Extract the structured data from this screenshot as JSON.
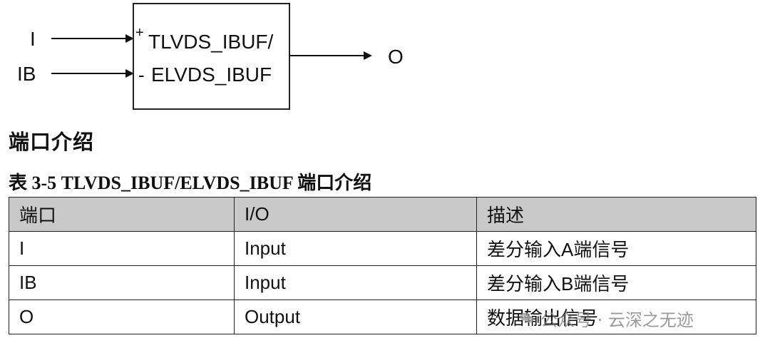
{
  "diagram": {
    "input_i": "I",
    "input_ib": "IB",
    "plus_sign": "+",
    "minus_sign": "-",
    "block_line1": "TLVDS_IBUF/",
    "block_line2": "ELVDS_IBUF",
    "output_o": "O"
  },
  "section_heading": "端口介绍",
  "table": {
    "caption_prefix": "表",
    "caption_number": "3-5 TLVDS_IBUF/ELVDS_IBUF",
    "caption_suffix": "端口介绍",
    "headers": [
      "端口",
      "I/O",
      "描述"
    ],
    "rows": [
      [
        "I",
        "Input",
        "差分输入A端信号"
      ],
      [
        "IB",
        "Input",
        "差分输入B端信号"
      ],
      [
        "O",
        "Output",
        "数据输出信号"
      ]
    ]
  },
  "watermark": {
    "text": "公众号 · 云深之无迹",
    "icon": "wechat-icon",
    "color": "#8c8c8c"
  }
}
